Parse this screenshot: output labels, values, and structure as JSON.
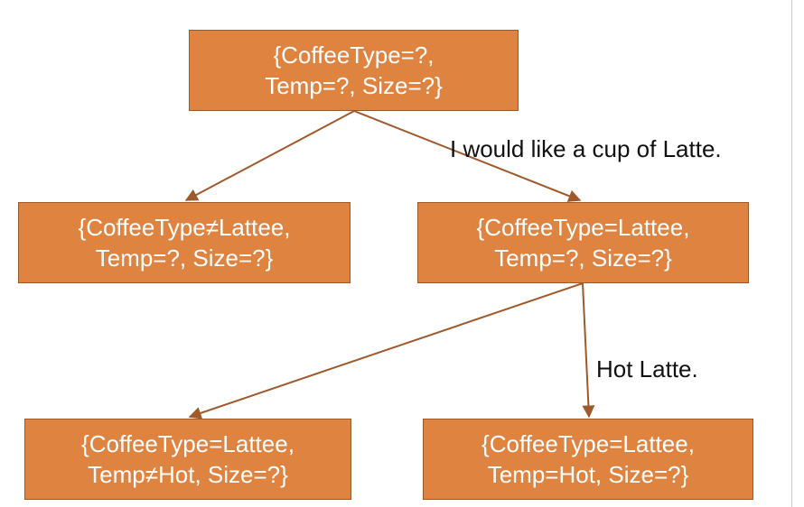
{
  "nodes": {
    "root": {
      "line1": "{CoffeeType=?,",
      "line2": "Temp=?, Size=?}"
    },
    "left": {
      "line1": "{CoffeeType≠Lattee,",
      "line2": "Temp=?, Size=?}"
    },
    "right": {
      "line1": "{CoffeeType=Lattee,",
      "line2": "Temp=?, Size=?}"
    },
    "bottom_left": {
      "line1": "{CoffeeType=Lattee,",
      "line2": "Temp≠Hot, Size=?}"
    },
    "bottom_right": {
      "line1": "{CoffeeType=Lattee,",
      "line2": "Temp=Hot, Size=?}"
    }
  },
  "edge_labels": {
    "root_to_right": "I would like a cup of Latte.",
    "right_to_bottom_right": "Hot Latte."
  },
  "colors": {
    "node_fill": "#df8340",
    "node_border": "#9c5a2a",
    "node_text": "#ffffff",
    "edge": "#a0592b",
    "label_text": "#111111"
  }
}
